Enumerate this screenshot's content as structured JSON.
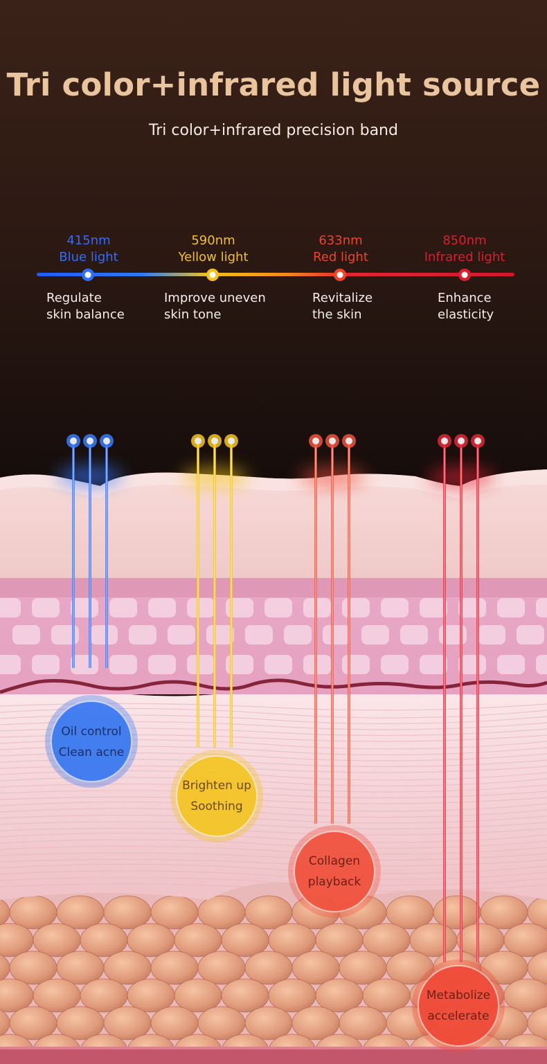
{
  "header": {
    "title": "Tri color+infrared light source",
    "subtitle": "Tri color+infrared precision band"
  },
  "bands": [
    {
      "wavelength": "415nm",
      "name": "Blue light",
      "color": "#2f6dff",
      "effect_line1": "Regulate",
      "effect_line2": "skin balance"
    },
    {
      "wavelength": "590nm",
      "name": "Yellow light",
      "color": "#f2c21b",
      "effect_line1": "Improve uneven",
      "effect_line2": "skin tone"
    },
    {
      "wavelength": "633nm",
      "name": "Red light",
      "color": "#f0432c",
      "effect_line1": "Revitalize",
      "effect_line2": "the skin"
    },
    {
      "wavelength": "850nm",
      "name": "Infrared light",
      "color": "#d91f2f",
      "effect_line1": "Enhance",
      "effect_line2": "elasticity"
    }
  ],
  "results": [
    {
      "line1": "Oil control",
      "line2": "Clean acne",
      "color": "#3a78f0",
      "text_color": "#1b2f66"
    },
    {
      "line1": "Brighten up",
      "line2": "Soothing",
      "color": "#f3c426",
      "text_color": "#6a4a12"
    },
    {
      "line1": "Collagen",
      "line2": "playback",
      "color": "#f0533e",
      "text_color": "#6b1e14"
    },
    {
      "line1": "Metabolize",
      "line2": "accelerate",
      "color": "#ef4a37",
      "text_color": "#6b1e14"
    }
  ]
}
